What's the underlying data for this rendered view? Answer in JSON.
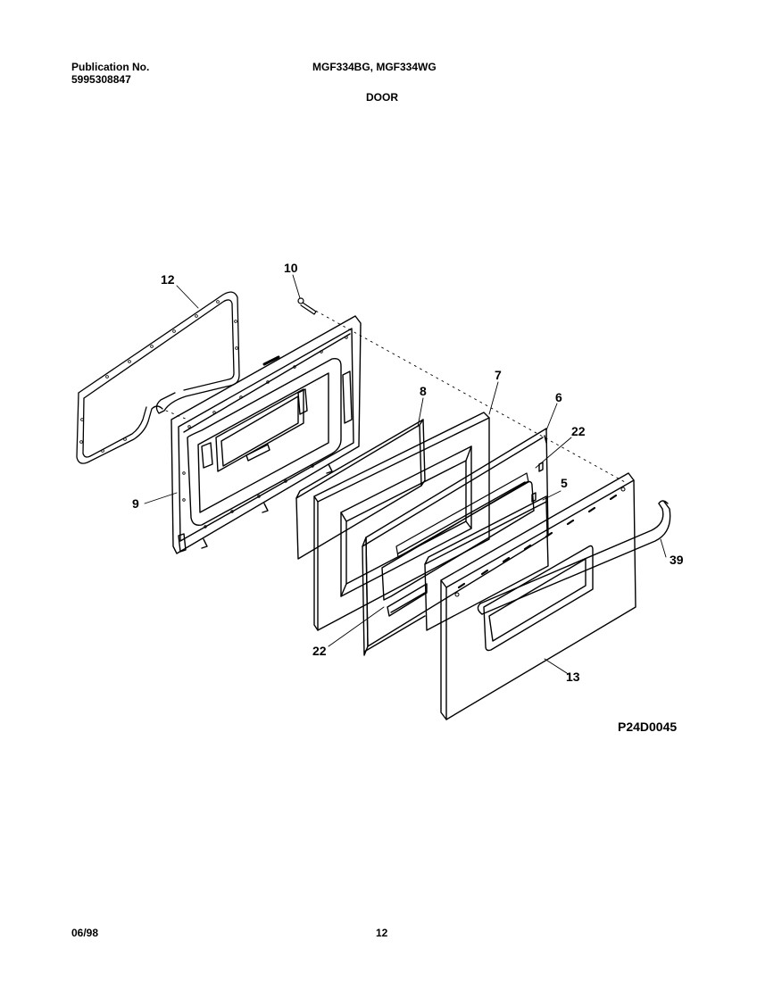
{
  "header": {
    "publication_label": "Publication No.",
    "publication_number": "5995308847",
    "models": "MGF334BG, MGF334WG",
    "section_title": "DOOR"
  },
  "diagram": {
    "callouts": {
      "gasket": "12",
      "screw": "10",
      "inner_door": "9",
      "insulation": "8",
      "liner": "7",
      "glass_pack": "6",
      "bracket_upper": "22",
      "bracket_lower": "22",
      "inner_glass": "5",
      "outer_door": "13",
      "handle": "39"
    },
    "figure_id": "P24D0045"
  },
  "footer": {
    "date": "06/98",
    "page_number": "12"
  }
}
